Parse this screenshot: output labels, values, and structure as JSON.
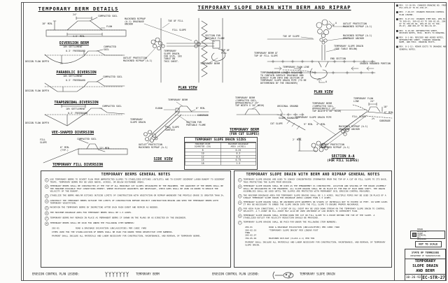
{
  "headings": {
    "left": "TEMPORARY BERM DETAILS",
    "right": "TEMPORARY SLOPE DRAIN WITH BERM AND RIPRAP"
  },
  "berm_diagrams": {
    "diversion": {
      "title": "DIVERSION BERM",
      "dim_top": "24\"",
      "soil": "COMPACTED SOIL",
      "dim_height": "18\" MIN.",
      "flow": "FLOW",
      "dim_base": "4.5' MIN."
    },
    "parabolic": {
      "title": "PARABOLIC DIVERSION",
      "settlement": "10% SETTLEMENT",
      "freeboard": "0.3' FREEBOARD",
      "flow_depth": "DESIGN FLOW DEPTH",
      "soil": "COMPACTED\nSOIL"
    },
    "trapezoidal": {
      "title": "TRAPEZOIDAL DIVERSION",
      "settlement": "10% SETTLEMENT",
      "freeboard": "0.3' FREEBOARD",
      "flow_depth": "DESIGN FLOW DEPTH",
      "soil": "COMPACTED SOIL"
    },
    "vee": {
      "title": "VEE-SHAPED DIVERSION",
      "dim_width": "6' MIN. (TYP.)",
      "settlement": "10% SETTLEMENT",
      "freeboard": "0.3' FREEBOARD",
      "flow_depth": "DESIGN FLOW DEPTH",
      "soil": "COMPACTED SOIL"
    },
    "fill": {
      "title": "TEMPORARY FILL DIVERSION",
      "fill_slope": "FILL\nSLOPE",
      "dim_six": "6\" MIN.\n(TYP.)",
      "dim_twelve": "12\" MIN.",
      "soil": "COMPACTED SOIL"
    }
  },
  "plan_fill": {
    "caption": "PLAN VIEW",
    "anchor": "MACHINED RIPRAP\n(A-1) DRAINAGE\nANCHOR",
    "toe": "TOE OF FILL",
    "fill_slope": "FILL SLOPE",
    "flume": "SECTION FOR\nPORTABLE FLUME",
    "drain": "TEMPORARY\nSLOPE DRAIN.\nFOR SIZE, SEE\nTABLE ON\nTHIS SHEET.",
    "berm": "TEMPORARY BERM",
    "top": "TOP OF\nFILL",
    "outlet": "OUTLET PROTECTION\nMACHINED RIPRAP (A-1)"
  },
  "plan_cut": {
    "caption": "PLAN VIEW",
    "outlet": "OUTLET PROTECTION\nMACHINED RIPRAP (A-1)",
    "anchor": "MACHINED RIPRAP (A-1)\nDRAINAGE ANCHOR",
    "drain": "TEMPORARY SLOPE DRAIN\n(SEE TABLE BELOW)",
    "berm_top": "TEMPORARY BERM AT\nTOP OF FILL SLOPE",
    "end_section": "END SECTION",
    "flow_line": "TEMPORARY FLOW LINE",
    "graded": "GRADED ROADBED PORTION",
    "berm_length": "TEMPORARY BERM LENGTH REQUIRED\nTO CONTAIN SURFACE DRAINAGE AND\nDIRECT FLOW INTO END SECTION OF\nTEMPORARY SLOPE DRAIN PIPE (TO BE\nDETERMINED BY THE ENGINEER)",
    "toe": "TOE OF SLOPE",
    "section_letter": "A"
  },
  "side_view": {
    "caption": "SIDE VIEW",
    "berm": "TEMPORARY BERM",
    "elbow": "ELBOW",
    "dim_six": "6\" MIN.",
    "subgrade": "SUBGRADE",
    "flume": "SECTION FOR\nPORTABLE FLUME",
    "fill_surface": "FILL SLOPE\nSURFACE",
    "drain": "TEMPORARY\nSLOPE DRAIN",
    "outlet": "OUTLET PROTECTION\nMACHINED RIPRAP (A-1)"
  },
  "cut_berm": {
    "caption1": "TEMPORARY BERM",
    "caption2": "(FOR CUT SLOPES)",
    "berm": "TEMPORARY BERM\n(COMPACTED SOIL,\nAPPROXIMATELY 24\"\nTOP WIDTH X 18\" HIGH)",
    "original_ground": "ORIGINAL GROUND",
    "slope_rounding": "SLOPE ROUNDING",
    "cut_slope": "CUT SLOPE"
  },
  "section_aa": {
    "caption1": "SECTION A-A",
    "caption2": "(FOR FILL SLOPES)",
    "flow_line": "TEMPORARY FLOW\nLINE",
    "berm": "TEMPORARY BERM\n(COMPACTED SOIL,\nAPPROXIMATELY 24\"\nTOP WIDTH X 18\" HIGH)",
    "pipe": "TEMPORARY SLOPE DRAIN PIPE",
    "fill_slope": "FILL SLOPE",
    "grade": "2%",
    "subgrade": "SUBGRADE",
    "anchor": "MACHINED RIPRAP (A-1)\nDRAINAGE ANCHOR",
    "outlet": "OUTLET PROTECTION\nMACHINED RIPRAP (A-1)",
    "dim_24": "24\"",
    "dim_18": "18\"",
    "dim_6": "6\" MIN.",
    "dim_9": "9\" MIN.",
    "dim_4": "4\" MIN.",
    "dim_2ft": "2' MIN."
  },
  "drain_table": {
    "title": "TEMPORARY SLOPE DRAIN SIZES",
    "col1": "MINIMUM PIPE\nDIAMETER (IN)",
    "col2": "MAXIMUM DRAINAGE\nAREA (ACRES)",
    "rows": [
      [
        "8",
        "0.25"
      ],
      [
        "10",
        "0.3"
      ],
      [
        "12",
        "0.5"
      ],
      [
        "15",
        "0.75"
      ],
      [
        "18",
        "1.5"
      ]
    ]
  },
  "left_notes": {
    "title": "TEMPORARY BERMS GENERAL NOTES",
    "items": [
      {
        "num": "1",
        "text": "USE TEMPORARY BERMS TO DIVERT FLOW FROM UNPROTECTED SLOPES TO STABILIZED DITCHES (OUTLETS) AND TO DIVERT SEDIMENT LADEN RUNOFF TO SEDIMENT TRAPS. TEMPORARY BERMS MAY BE USED ABOVE, ACROSS, OR BELOW DISTURBED AREAS."
      },
      {
        "num": "2",
        "text": "TEMPORARY BERMS SHALL BE CONSTRUCTED AT THE TOP OF ALL ERODIBLE CUT SLOPES DESIGNATED BY THE ENGINEER. THE GRADIENT OF THE BERMS SHALL BE THE MINIMUM POSSIBLE THAT CONDITIONS PERMIT. WHERE EXCESSIVE GRADIENTS ARE NECESSARY, CHECK DAMS SHALL BE USED IN ORDER TO REDUCE THE VELOCITY OF THE RUNOFF."
      },
      {
        "num": "3",
        "text": "STABILIZE THE BERMS AND/OR DITCHES OUTSIDE LIMITS OF CONSTRUCTION WITH VEGETATION OR RIPRAP WHENEVER THE PROFILE GRADE IS GREATER THAN 2%."
      },
      {
        "num": "4",
        "text": "CONSTRUCT THE TEMPORARY BERMS OUTSIDE THE LIMITS OF CONSTRUCTION BEFORE PROJECT CONSTRUCTION BEGINS AND SEED THE TEMPORARY BERMS WITH TEMPORARY VEGETATION."
      },
      {
        "num": "5",
        "text": "MAINTAIN THE TEMPORARY BERMS BY INSPECTING AFTER EACH RAIN EVENT AND REPAIR AS NEEDED."
      },
      {
        "num": "6",
        "text": "THE MAXIMUM DRAINAGE AREA FOR TEMPORARY BERMS SHALL BE 1.5 ACRES."
      },
      {
        "num": "7",
        "text": "TEMPORARY BERMS MAY REMAIN IN PLACE AS PERMANENT BERMS IF SHOWN ON THE PLANS OR AS DIRECTED BY THE ENGINEER."
      },
      {
        "num": "8",
        "text": "TEMPORARY BERMS SHALL BE PAID FOR UNDER THE FOLLOWING ITEM NUMBERS:"
      }
    ],
    "pay_items": [
      [
        "203-01",
        "ROAD & DRAINAGE EXCAVATION (UNCLASSIFIED) PER CUBIC YARD"
      ]
    ],
    "footnote1": "ITEMS USED FOR THE STABILIZATION OF BERMS SHALL BE PAID FOR UNDER THEIR RESPECTIVE ITEM NUMBERS.",
    "footnote2": "PAYMENT SHALL INCLUDE ALL MATERIALS AND LABOR NECESSARY FOR CONSTRUCTION, MAINTENANCE, AND REMOVAL OF TEMPORARY BERMS."
  },
  "right_notes": {
    "title": "TEMPORARY SLOPE DRAIN WITH BERM AND RIPRAP GENERAL NOTES",
    "items": [
      {
        "num": "1",
        "text": "TEMPORARY SLOPE DRAINS ARE USED TO CONVEY CONCENTRATED STORMWATER FROM THE TOP OF A CUT OR FILL SLOPE TO ITS BASE, THUS PROTECTING THE SLOPE FROM EROSION."
      },
      {
        "num": "2",
        "text": "TEMPORARY SLOPE DRAINS SHALL BE USED AS THE EMBANKMENT IS CONSTRUCTED. LOCATION AND SPACING OF THE DRAIN ASSEMBLY SHALL BE DESIGNATED BY THE ENGINEER. ALL SLOPE DRAINS SHALL BE IN PLACE BY THE END OF EACH WORK SHIFT. THE DRAIN ASSEMBLIES SHALL BE USED UNTIL THE SLOPES ARE PROTECTED WITH PERMANENT SOIL EROSION CONTROL MEASURES."
      },
      {
        "num": "3",
        "text": "THE MAXIMUM DRAINAGE AREA FOR TEMPORARY SLOPE DRAINS SHALL BE 1.5 ACRES. MULTIPLE PIPES MAY BE USED IN PLACE OF A SINGLE TEMPORARY SLOPE DRAIN FOR DRAINAGE AREAS LARGER THAN 1.5 ACRES."
      },
      {
        "num": "4",
        "text": "TEMPORARY SLOPE DRAINS SHALL BE ANCHORED WITH GROMMETS OR STAKES AT INTERVALS NOT TO EXCEED 10 FEET. IN SOME CASES IT MAY BE NECESSARY TO EMBED THE SLOPE DRAIN INTO THE FILL SLOPE TO ENSURE PROPER ANCHORAGE."
      },
      {
        "num": "5",
        "text": "FOR HIGH FLOW CONDITIONS, A T-JOINT OR ELL-JOINT MAY BE USED DOWN STREAM ON THE TEMPORARY SLOPE DRAIN TO CONTROL VELOCITY. A T-JOINT OR ELL-JOINT MAY ALSO BE USED UPSTREAM AT LOW POINTS TO INTERCEPT FLOW."
      },
      {
        "num": "6",
        "text": "TEMPORARY SLOPE DRAINS SHALL EXTEND DOWN THE CUT OR FILL SLOPE TO A POINT BEYOND THE TOE OF THE SLOPE. A STABILIZED OUTLET FOR VELOCITY REDUCTION SHOULD BE PROVIDED."
      },
      {
        "num": "7",
        "text": "TEMPORARY SLOPE DRAINS SHALL BE PAID FOR UNDER THE FOLLOWING ITEM NUMBERS:"
      }
    ],
    "pay_items": [
      [
        "209-01",
        "ROAD & DRAINAGE EXCAVATION (UNCLASSIFIED) PER CUBIC YARD"
      ],
      [
        "209-02.03\nTHRU\n209-02.07",
        "“TEMPORARY SLOPE DRAIN” PER LINEAR FOOT"
      ],
      [
        "709-05.06",
        "MACHINED RIP-RAP (CLASS A-1) PER TON"
      ]
    ],
    "footnote1": "PAYMENT SHALL INCLUDE ALL MATERIALS AND LABOR NECESSARY FOR CONSTRUCTION, MAINTENANCE, AND REMOVAL OF TEMPORARY SLOPE DRAIN."
  },
  "revisions": [
    {
      "text": "REV. 12-10-99: CHANGED DRAWING NO. FROM ESC-STR-27 TO EC-STR-27."
    },
    {
      "text": "REV. 7-29-97: CHANGED EROSION CONTROL PLAN LEGEND."
    },
    {
      "text": "REV. 8-27-01: CHANGED ITEM NOS. 209-01 TO 209-03, 209-02.02 TO 209-02.05, 209-07 TO 709-05.06, 209-07.01 TO 709-05.07, AND 801-07 TO 801-01.07."
    },
    {
      "text": "REV. 8-19-08: REFORMATTED SHEET, REVISED NOTES, MISC. EDITS TO DRAWING."
    },
    {
      "text": "REV. 8-1-08: REVISED AND ADDED NOTES, REFORMATTED SHEET, CHANGED DRAWING NAME, AND MISC. DRAWING EDITS."
    },
    {
      "text": "REV. 8-1-12: MINOR EDITS TO DRAWING AND GENERAL NOTES."
    }
  ],
  "title_block": {
    "approval": "MINOR REVISION — CHIEF APPROVAL NOT REQUIRED",
    "scale": "NOT TO SCALE",
    "agency1": "STATE OF TENNESSEE",
    "agency2": "DEPARTMENT OF TRANSPORTATION",
    "line1": "TEMPORARY",
    "line2": "SLOPE DRAIN",
    "line3": "AND BERM",
    "date": "10-26-92",
    "number": "EC-STR-27"
  },
  "legend_berm": {
    "label": "EROSION CONTROL PLAN LEGEND:",
    "item": "TEMPORARY BERM"
  },
  "legend_drain": {
    "label": "EROSION CONTROL PLAN LEGEND:",
    "item": "TEMPORARY SLOPE DRAIN"
  }
}
